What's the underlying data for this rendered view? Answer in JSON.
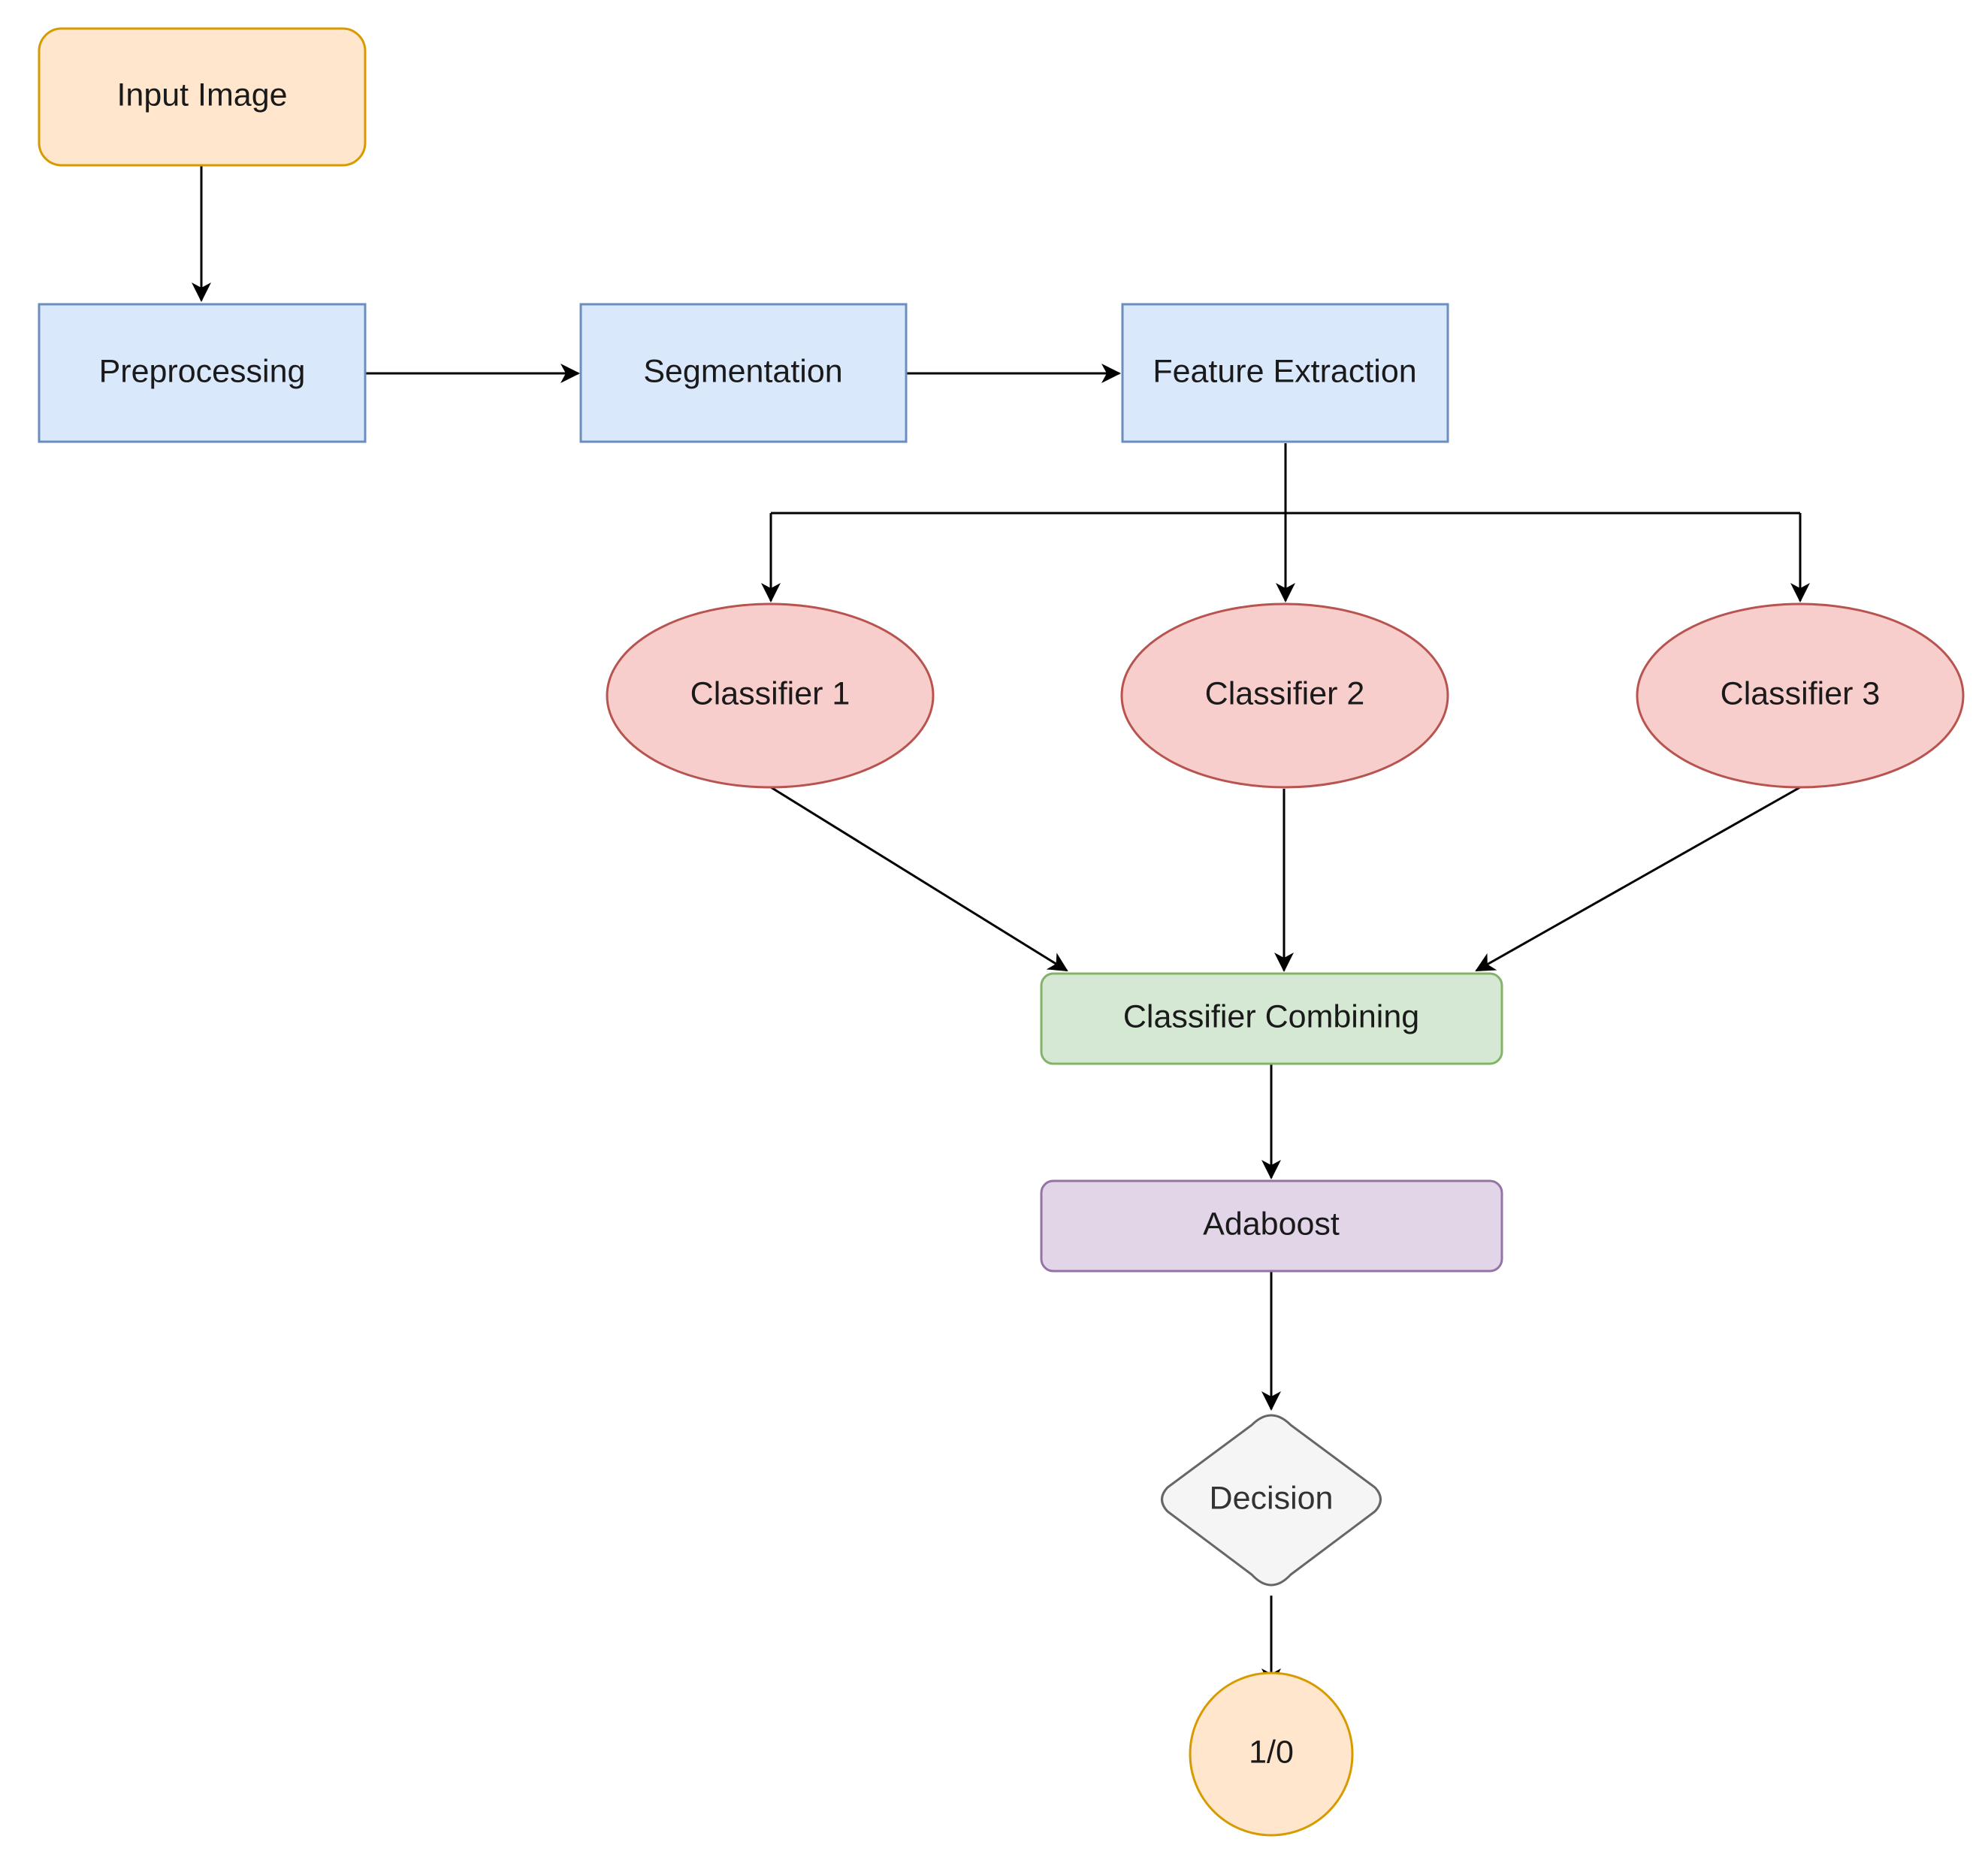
{
  "nodes": {
    "input_image": "Input Image",
    "preprocessing": "Preprocessing",
    "segmentation": "Segmentation",
    "feature_extraction": "Feature Extraction",
    "classifier_1": "Classifier 1",
    "classifier_2": "Classifier 2",
    "classifier_3": "Classifier 3",
    "classifier_combining": "Classifier Combining",
    "adaboost": "Adaboost",
    "decision": "Decision",
    "output": "1/0"
  },
  "colors": {
    "terminal_fill": "#ffe6cc",
    "terminal_stroke": "#d79b00",
    "process_fill": "#dae8fc",
    "process_stroke": "#6c8ebf",
    "classifier_fill": "#f8cecc",
    "classifier_stroke": "#b85450",
    "combining_fill": "#d5e8d4",
    "combining_stroke": "#82b366",
    "adaboost_fill": "#e1d5e7",
    "adaboost_stroke": "#9673a6",
    "decision_fill": "#f5f5f5",
    "decision_stroke": "#666666",
    "edge": "#000000"
  }
}
